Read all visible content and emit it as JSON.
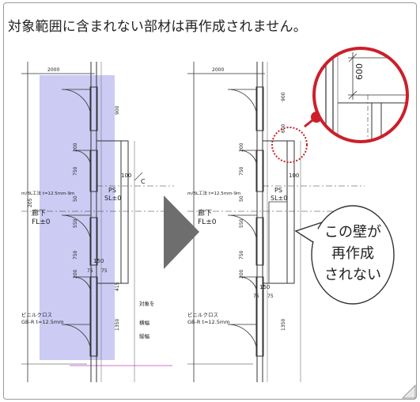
{
  "caption": "対象範囲に含まれない部材は再作成されません。",
  "left_drawing": {
    "dim_top": "2000",
    "dims_vertical": [
      "900",
      "200",
      "750",
      "50",
      "550",
      "750",
      "200",
      "415",
      "1350"
    ],
    "label_100": "100",
    "wall_note": "m/BL工法 t=12.5mm-9m",
    "label_205": "205",
    "corridor": "廊下",
    "corridor_fl": "FL±0",
    "ps": "PS",
    "ps_sl": "SL±0",
    "label_150": "150",
    "label_75_75": "75",
    "label_75b": "75",
    "finish_1": "ビニルクロス",
    "finish_2": "GB-R t=12.5mm",
    "side_1": "対象を",
    "side_2": "横幅",
    "side_3": "縦幅"
  },
  "right_drawing": {
    "dim_top": "2000",
    "dims_vertical": [
      "900",
      "600",
      "200",
      "750",
      "50",
      "550",
      "750",
      "200",
      "1350"
    ],
    "label_100": "100",
    "wall_note": "m/BL工法 t=12.5mm-9m",
    "corridor": "廊下",
    "corridor_fl": "FL±0",
    "ps": "PS",
    "ps_sl": "SL±0",
    "label_150": "150",
    "label_75a": "75",
    "label_75b": "75",
    "finish_1": "ビニルクロス",
    "finish_2": "GB-R t=12.5mm"
  },
  "zoom_dim": "600",
  "callout": {
    "line1": "この壁が",
    "line2": "再作成",
    "line3": "されない"
  },
  "colors": {
    "selection": "#b9baf0",
    "highlight_red": "#cc1f2a",
    "arrow_gray": "#6e6e6e",
    "magenta_line": "#d070d0"
  }
}
